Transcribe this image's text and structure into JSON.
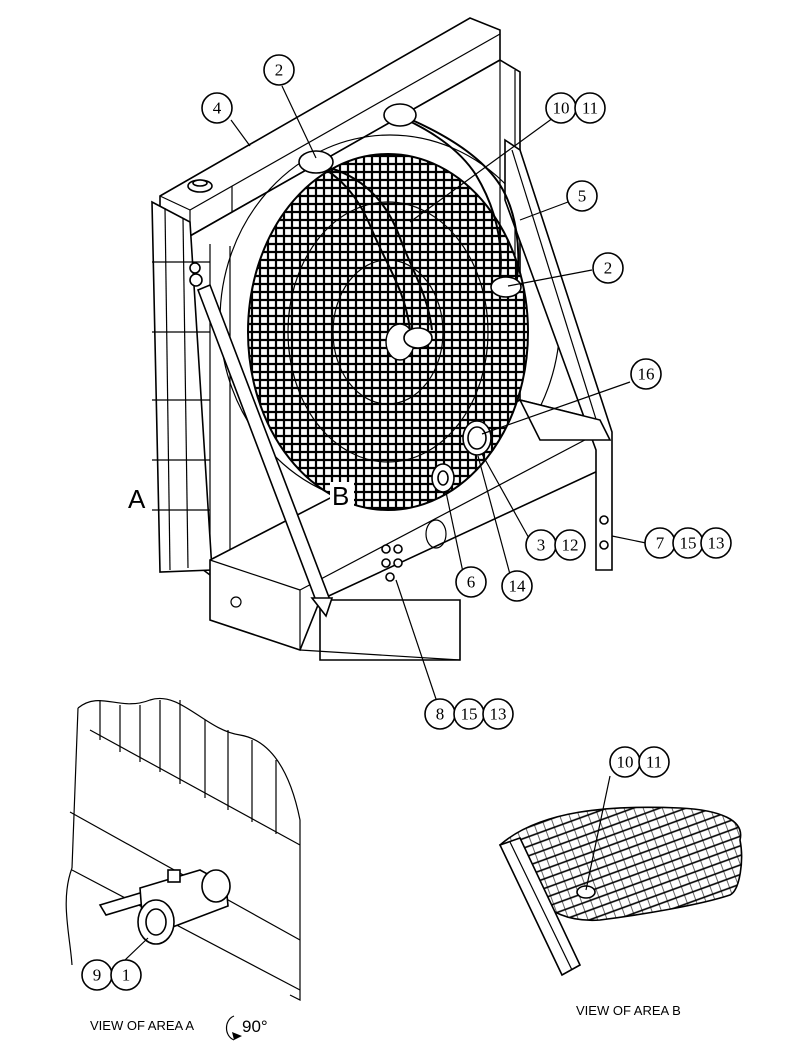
{
  "callouts": {
    "top_left_4": "4",
    "top_2": "2",
    "top_right_10": "10",
    "top_right_11": "11",
    "right_5": "5",
    "right_2": "2",
    "right_16": "16",
    "lower_3": "3",
    "lower_12": "12",
    "lower_7": "7",
    "lower_15a": "15",
    "lower_13a": "13",
    "lower_6": "6",
    "lower_14": "14",
    "lower_8": "8",
    "lower_15b": "15",
    "lower_13b": "13",
    "detail_a_9": "9",
    "detail_a_1": "1",
    "detail_b_10": "10",
    "detail_b_11": "11"
  },
  "area_labels": {
    "a": "A",
    "b": "B"
  },
  "captions": {
    "view_a": "VIEW OF AREA  A",
    "rotation": "90°",
    "view_b": "VIEW OF AREA  B"
  }
}
